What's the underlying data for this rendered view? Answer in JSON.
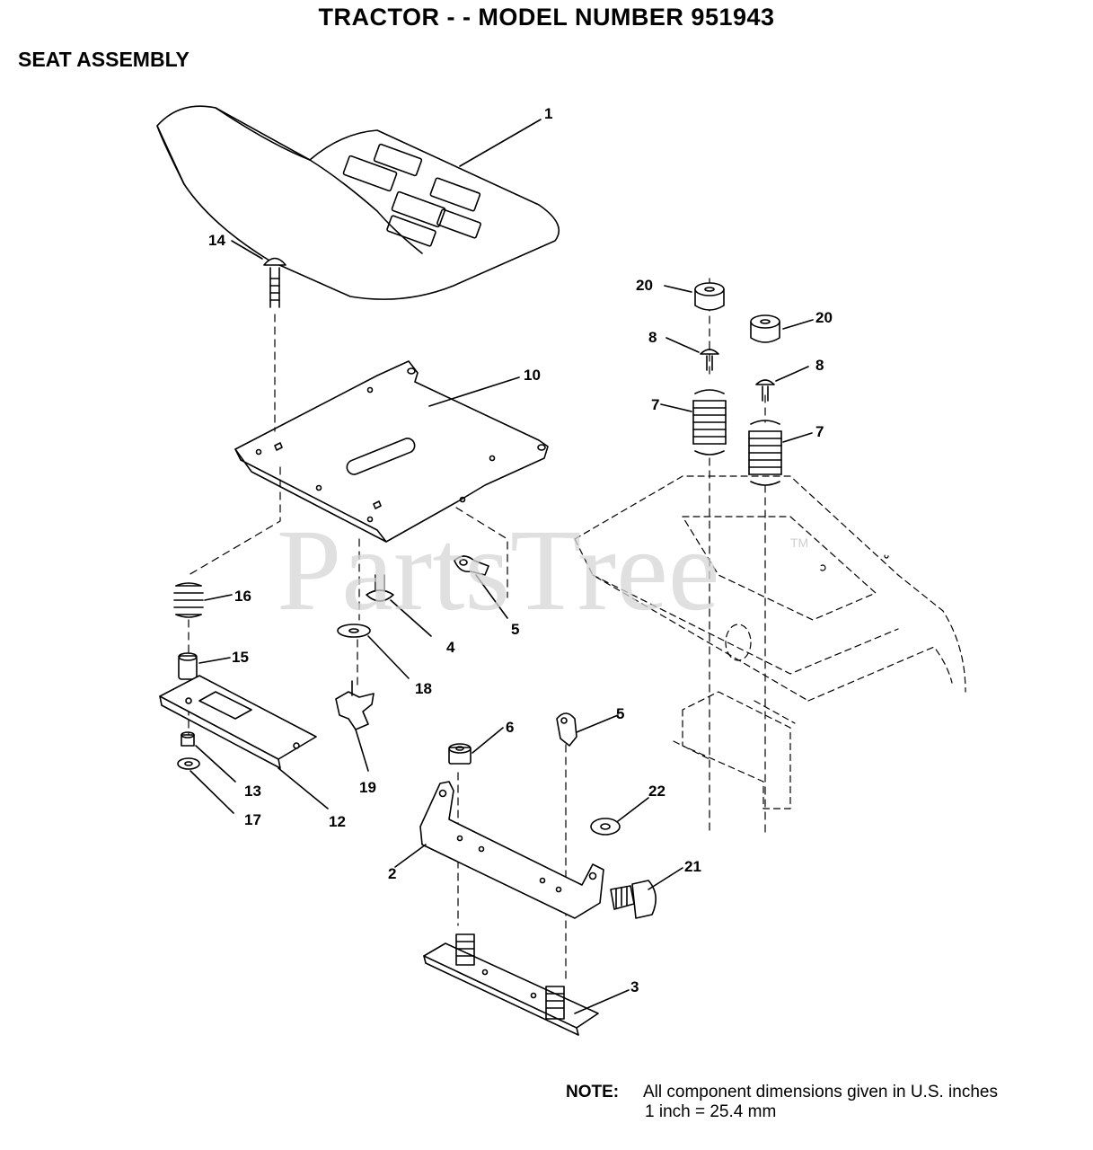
{
  "header": {
    "title": "TRACTOR - - MODEL NUMBER 951943",
    "subtitle": "SEAT ASSEMBLY"
  },
  "callouts": {
    "c1": "1",
    "c2": "2",
    "c3": "3",
    "c4": "4",
    "c5a": "5",
    "c5b": "5",
    "c6": "6",
    "c7a": "7",
    "c7b": "7",
    "c8a": "8",
    "c8b": "8",
    "c10": "10",
    "c12": "12",
    "c13": "13",
    "c14": "14",
    "c15": "15",
    "c16": "16",
    "c17": "17",
    "c18": "18",
    "c19": "19",
    "c20a": "20",
    "c20b": "20",
    "c21": "21",
    "c22": "22"
  },
  "note": {
    "label": "NOTE:",
    "line1": "All component dimensions given in U.S. inches",
    "line2": "1 inch = 25.4 mm"
  },
  "watermark": {
    "text": "PartsTree",
    "tm": "TM"
  }
}
